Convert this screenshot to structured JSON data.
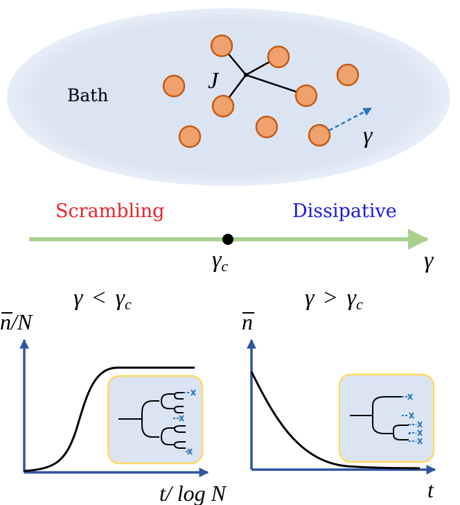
{
  "top": {
    "bath_label": "Bath",
    "coupling_label": "J",
    "dissipation_label": "γ"
  },
  "phase_line": {
    "left_label": "Scrambling",
    "right_label": "Dissipative",
    "critical_label": "γ",
    "critical_sub": "c",
    "axis_label": "γ"
  },
  "left_panel": {
    "title_lhs": "γ",
    "title_op": "<",
    "title_rhs": "γ",
    "title_sub": "c",
    "y_label": "n/N",
    "x_label": "t/ log N"
  },
  "right_panel": {
    "title_lhs": "γ",
    "title_op": ">",
    "title_rhs": "γ",
    "title_sub": "c",
    "y_label": "n",
    "x_label": "t"
  },
  "colors": {
    "bath_fill": "#dbe4f3",
    "particle_fill": "#f0a26e",
    "particle_stroke": "#c55a11",
    "phase_line": "#a9d08e",
    "axis": "#2f54a0",
    "inset_fill": "#dbe4f3",
    "inset_border": "#ffd966",
    "red": "#e8232a",
    "blue": "#1a1adb",
    "dash_arrow": "#2e75b6"
  }
}
